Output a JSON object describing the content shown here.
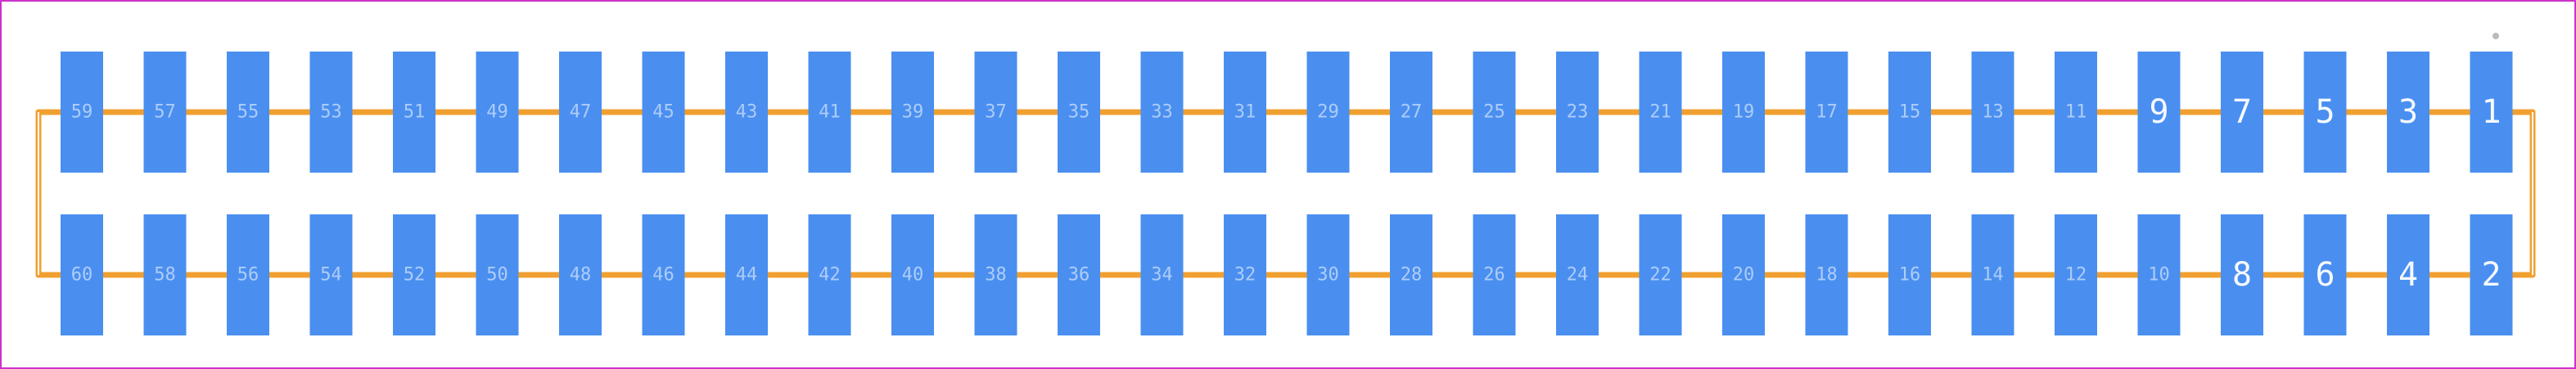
{
  "footprint": {
    "pin_count": 60,
    "rows": 2,
    "pitch_columns": 30,
    "top_row_pins": [
      59,
      57,
      55,
      53,
      51,
      49,
      47,
      45,
      43,
      41,
      39,
      37,
      35,
      33,
      31,
      29,
      27,
      25,
      23,
      21,
      19,
      17,
      15,
      13,
      11,
      9,
      7,
      5,
      3,
      1
    ],
    "bottom_row_pins": [
      60,
      58,
      56,
      54,
      52,
      50,
      48,
      46,
      44,
      42,
      40,
      38,
      36,
      34,
      32,
      30,
      28,
      26,
      24,
      22,
      20,
      18,
      16,
      14,
      12,
      10,
      8,
      6,
      4,
      2
    ],
    "pin1_marker": "dot"
  },
  "colors": {
    "background": "#ffffff",
    "border": "#cc33cc",
    "pad": "#4a8ff0",
    "silkscreen": "#f0a030",
    "pin1_dot": "#bbbbbb"
  }
}
